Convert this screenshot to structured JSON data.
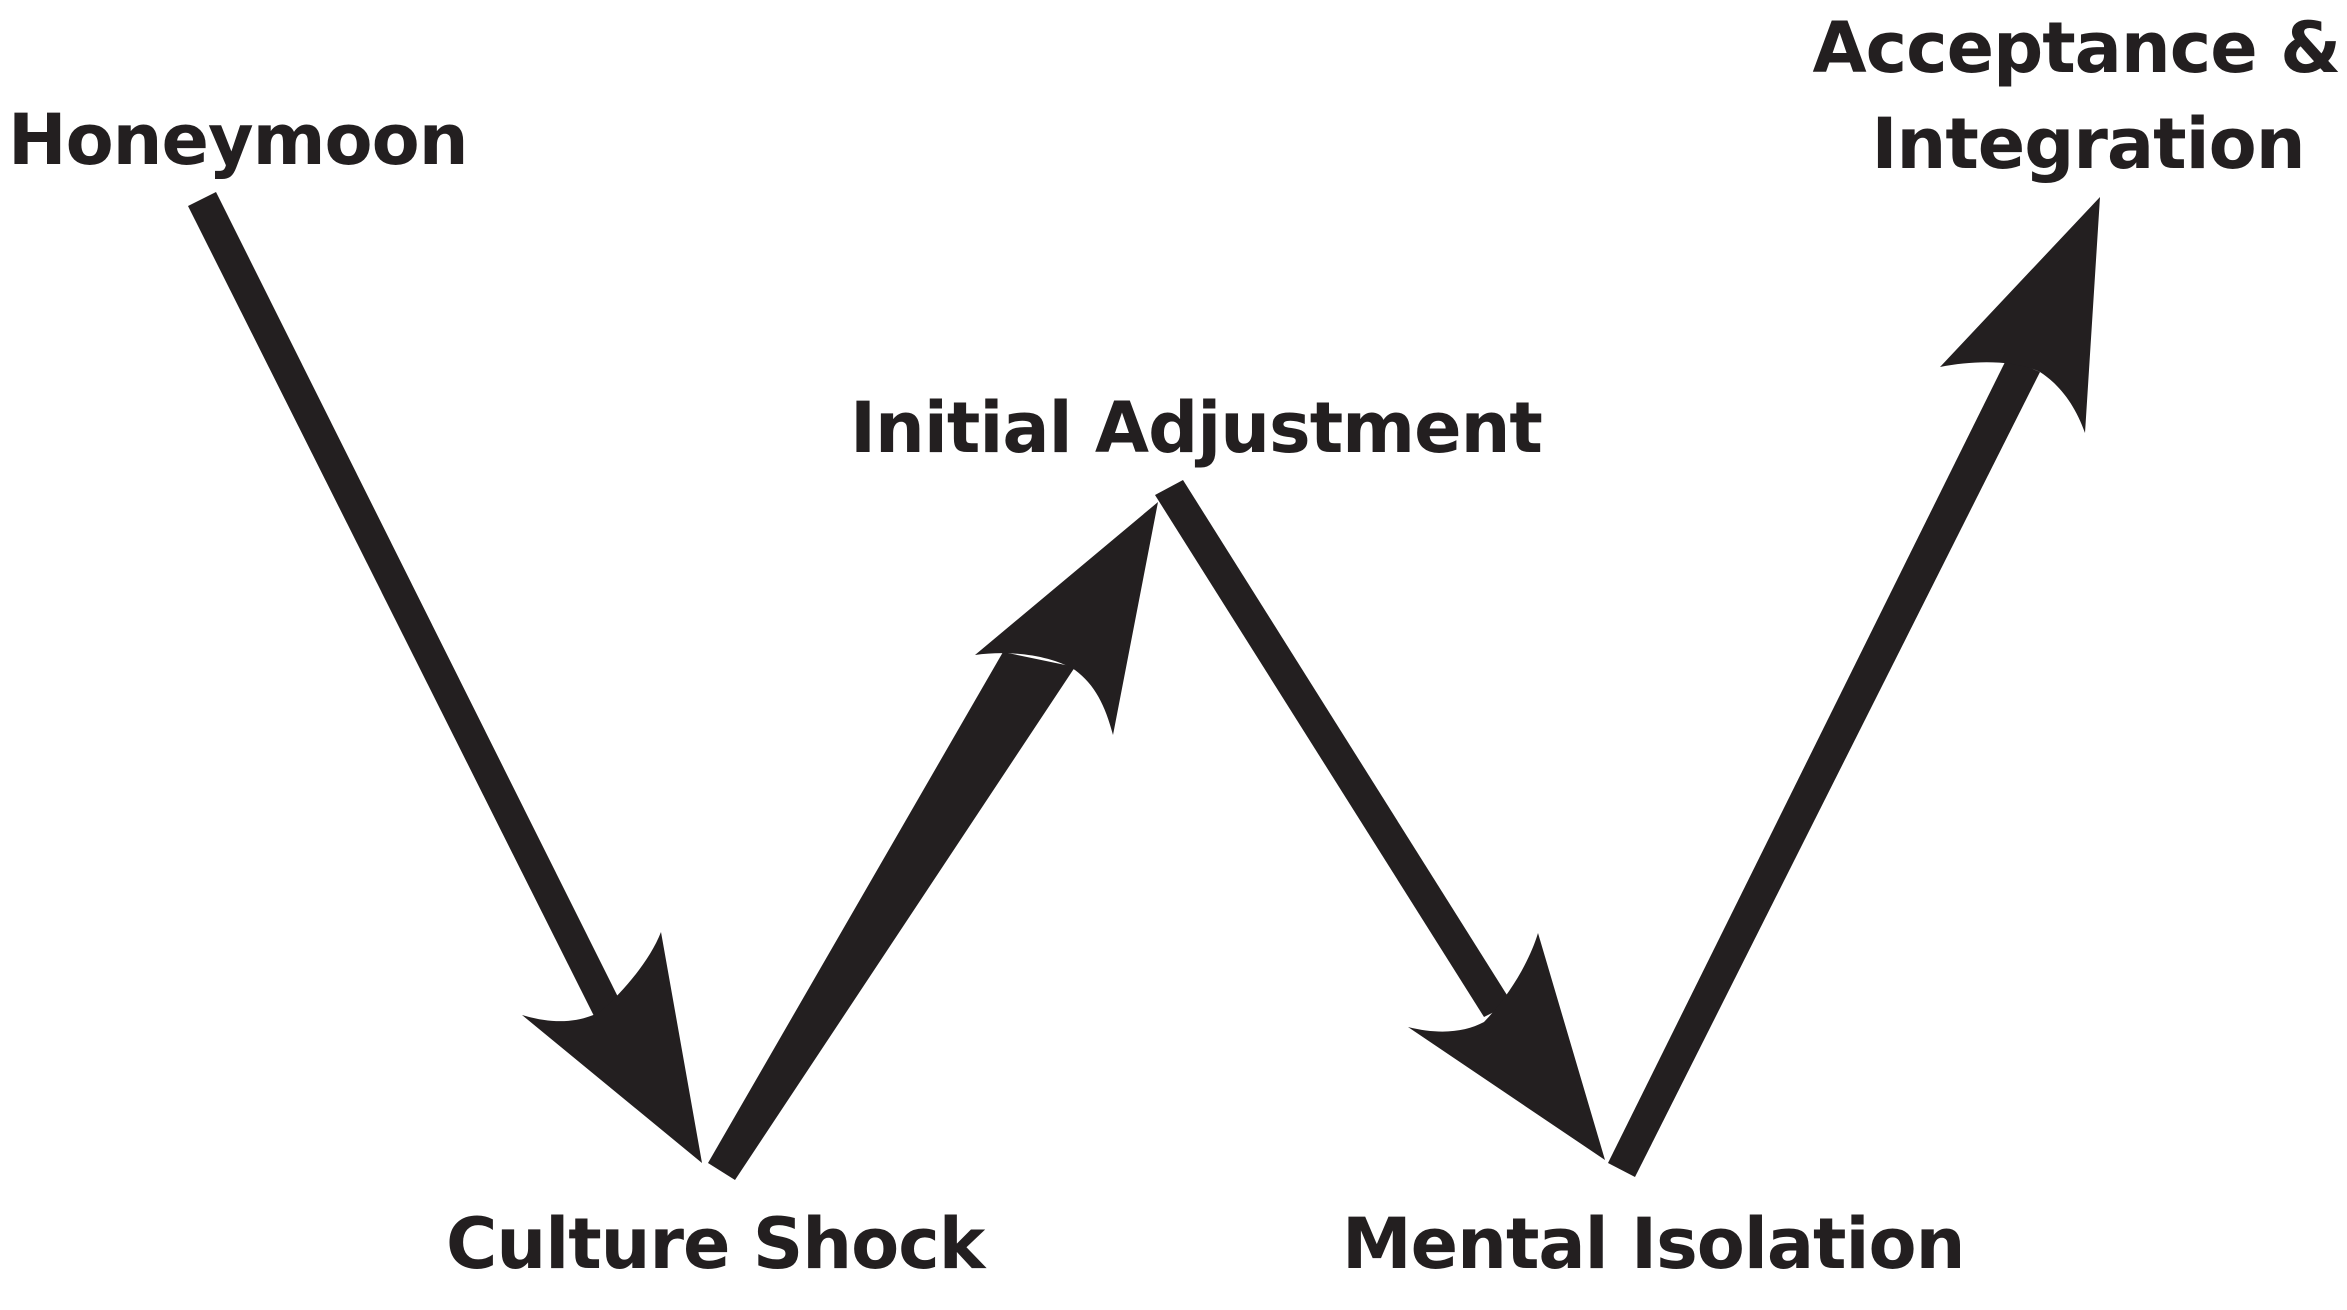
{
  "diagram": {
    "stages": [
      {
        "id": "honeymoon",
        "lines": [
          "Honeymoon"
        ]
      },
      {
        "id": "culture-shock",
        "lines": [
          "Culture Shock"
        ]
      },
      {
        "id": "initial-adjustment",
        "lines": [
          "Initial Adjustment"
        ]
      },
      {
        "id": "mental-isolation",
        "lines": [
          "Mental Isolation"
        ]
      },
      {
        "id": "acceptance-integration",
        "lines": [
          "Acceptance &",
          "Integration"
        ]
      }
    ],
    "connections": [
      {
        "from": "honeymoon",
        "to": "culture-shock"
      },
      {
        "from": "culture-shock",
        "to": "initial-adjustment"
      },
      {
        "from": "initial-adjustment",
        "to": "mental-isolation"
      },
      {
        "from": "mental-isolation",
        "to": "acceptance-integration"
      }
    ],
    "colors": {
      "ink": "#231f20",
      "background": "#ffffff"
    }
  }
}
